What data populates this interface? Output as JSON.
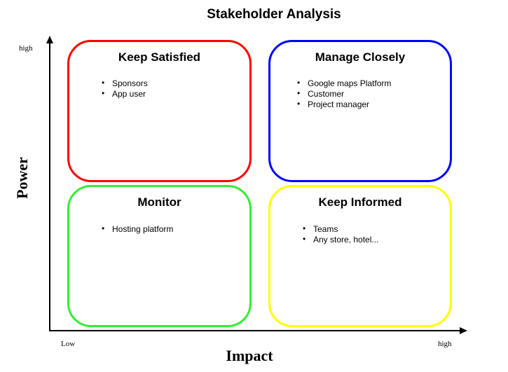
{
  "title": "Stakeholder Analysis",
  "axes": {
    "y_title": "Power",
    "x_title": "Impact",
    "y_high": "high",
    "x_low": "Low",
    "x_high": "high"
  },
  "quadrants": {
    "keep_satisfied": {
      "title": "Keep Satisfied",
      "color": "#ff0000",
      "items": [
        "Sponsors",
        "App user"
      ]
    },
    "manage_closely": {
      "title": "Manage Closely",
      "color": "#0000ff",
      "items": [
        "Google maps Platform",
        "Customer",
        "Project manager"
      ]
    },
    "monitor": {
      "title": "Monitor",
      "color": "#33ee33",
      "items": [
        "Hosting platform"
      ]
    },
    "keep_informed": {
      "title": "Keep Informed",
      "color": "#ffff00",
      "items": [
        "Teams",
        "Any store, hotel..."
      ]
    }
  }
}
